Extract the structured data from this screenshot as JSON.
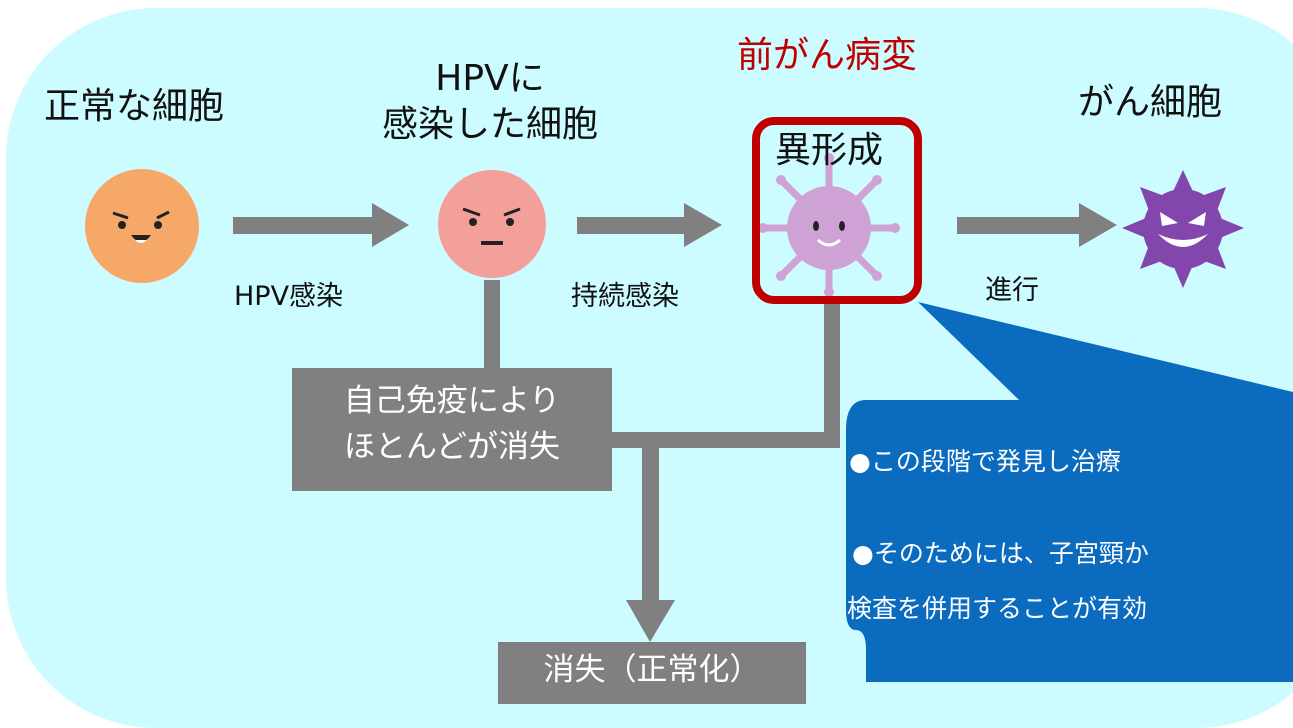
{
  "colors": {
    "background_panel": "#ccfcff",
    "connector_gray": "#808080",
    "highlight_red": "#c00000",
    "callout_blue": "#0b6bbf",
    "normal_cell": "#f5a868",
    "infected_cell": "#f3a09a",
    "dysplasia_cell": "#cfa2d6",
    "cancer_cell": "#8246ad"
  },
  "stages": {
    "normal": "正常な細胞",
    "infected_line1": "HPVに",
    "infected_line2": "感染した細胞",
    "dysplasia": "異形成",
    "cancer": "がん細胞"
  },
  "precancer_label": "前がん病変",
  "arrows": {
    "hpv_infection": "HPV感染",
    "persistent_infection": "持続感染",
    "progression": "進行"
  },
  "immune_box": {
    "line1": "自己免疫により",
    "line2": "ほとんどが消失"
  },
  "outcome_box": "消失（正常化）",
  "callout": {
    "line1": "●この段階で発見し治療",
    "line2": "●そのためには、子宮頸か",
    "line3": "検査を併用することが有効"
  },
  "icons": {
    "normal": "smiling-cell-icon",
    "infected": "frowning-cell-icon",
    "dysplasia": "spiky-virus-icon",
    "cancer": "evil-virus-icon"
  }
}
